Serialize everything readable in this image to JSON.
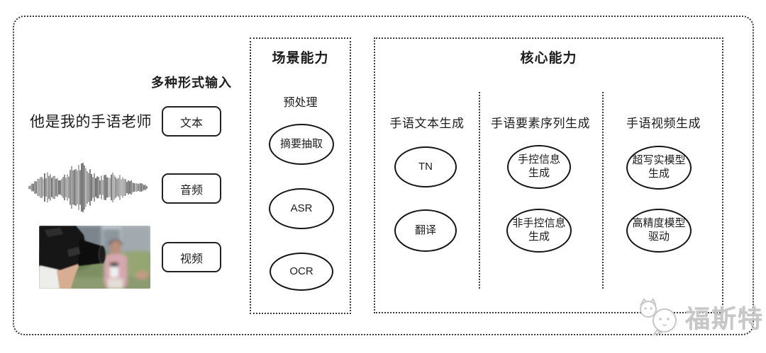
{
  "input_section": {
    "title": "多种形式输入",
    "text_example": "他是我的手语老师",
    "rows": [
      {
        "label": "文本"
      },
      {
        "label": "音频"
      },
      {
        "label": "视频"
      }
    ],
    "media": {
      "audio_icon": "audio-waveform",
      "video_icon": "reporter-photo"
    }
  },
  "scene_box": {
    "title": "场景能力",
    "subtitle": "预处理",
    "nodes": [
      "摘要抽取",
      "ASR",
      "OCR"
    ]
  },
  "core_box": {
    "title": "核心能力",
    "columns": [
      {
        "header": "手语文本生成",
        "nodes": [
          "TN",
          "翻译"
        ]
      },
      {
        "header": "手语要素序列生成",
        "nodes": [
          "手控信息\n生成",
          "非手控信息\n生成"
        ]
      },
      {
        "header": "手语视频生成",
        "nodes": [
          "超写实模型\n生成",
          "高精度模型\n驱动"
        ]
      }
    ]
  },
  "watermark": {
    "text": "福斯特"
  },
  "colors": {
    "line": "#1c1c1c",
    "dotted_border": "#3a3a3a",
    "watermark": "#c7c7c7",
    "background": "#ffffff"
  }
}
